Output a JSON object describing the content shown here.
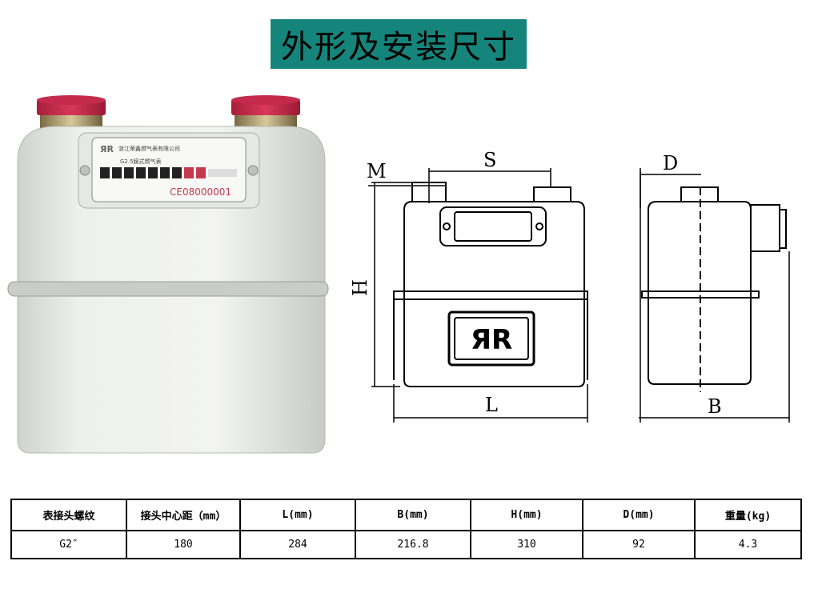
{
  "title": "外形及安装尺寸",
  "meter_photo": {
    "company_label": "浙江荣鑫燃气表有限公司",
    "model_label": "G2.5膜式燃气表",
    "serial_number": "CE08000001",
    "logo_text": "ЯR"
  },
  "dimension_drawing": {
    "labels": {
      "M": "M",
      "S": "S",
      "H": "H",
      "L": "L",
      "D": "D",
      "B": "B"
    },
    "logo_text": "ЯR"
  },
  "spec_table": {
    "headers": [
      "表接头螺纹",
      "接头中心距（mm）",
      "L(mm)",
      "B(mm)",
      "H(mm)",
      "D(mm)",
      "重量(kg)"
    ],
    "rows": [
      [
        "G2″",
        "180",
        "284",
        "216.8",
        "310",
        "92",
        "4.3"
      ]
    ]
  }
}
